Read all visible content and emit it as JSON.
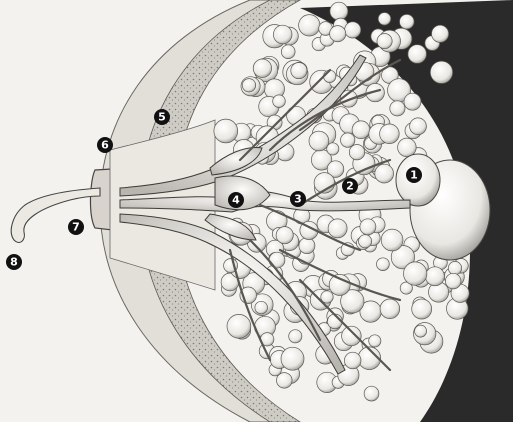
{
  "figure": {
    "colors": {
      "background_dark": "#2a2a2a",
      "paper": "#f4f2ee",
      "tissue_light": "#fbfaf7",
      "ink": "#3a3a3a",
      "marker": "#111111"
    },
    "markers": [
      {
        "label": "1"
      },
      {
        "label": "2"
      },
      {
        "label": "3"
      },
      {
        "label": "4"
      },
      {
        "label": "5"
      },
      {
        "label": "6"
      },
      {
        "label": "7"
      },
      {
        "label": "8"
      }
    ]
  }
}
